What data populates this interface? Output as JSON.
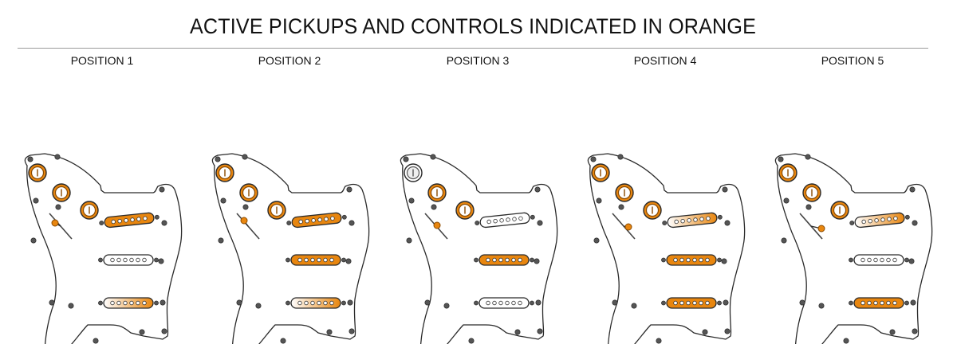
{
  "title": "ACTIVE PICKUPS AND CONTROLS INDICATED IN ORANGE",
  "colors": {
    "active": "#e8860f",
    "active_dark": "#8a4a00",
    "inactive": "#ffffff",
    "outline": "#2a2a2a"
  },
  "positions": [
    {
      "label": "POSITION 1",
      "knobs": [
        true,
        true,
        true
      ],
      "switch_level": 1,
      "pickups": [
        "full",
        "off",
        "partial"
      ]
    },
    {
      "label": "POSITION 2",
      "knobs": [
        true,
        true,
        true
      ],
      "switch_level": 2,
      "pickups": [
        "full",
        "full",
        "partial"
      ]
    },
    {
      "label": "POSITION 3",
      "knobs": [
        false,
        true,
        true
      ],
      "switch_level": 3,
      "pickups": [
        "off",
        "full",
        "off"
      ]
    },
    {
      "label": "POSITION 4",
      "knobs": [
        true,
        true,
        true
      ],
      "switch_level": 4,
      "pickups": [
        "partial",
        "full",
        "full"
      ]
    },
    {
      "label": "POSITION 5",
      "knobs": [
        true,
        true,
        true
      ],
      "switch_level": 5,
      "pickups": [
        "partial",
        "off",
        "full"
      ]
    }
  ]
}
